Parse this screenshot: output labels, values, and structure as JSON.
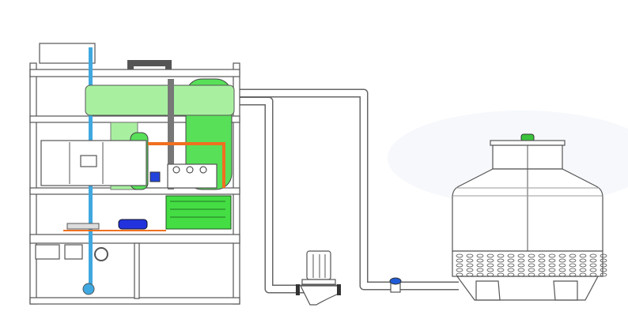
{
  "colors": {
    "equipment_green": "#66e066",
    "light_green": "#a8f0a0",
    "water_pipe_blue": "#3fa8e0",
    "refrigerant_orange": "#f07020",
    "valve_blue": "#2233dd",
    "outline": "#555555"
  },
  "components": [
    "ice-machine-frame",
    "condenser",
    "control-box",
    "compressor",
    "water-pump",
    "valve",
    "cooling-tower"
  ]
}
